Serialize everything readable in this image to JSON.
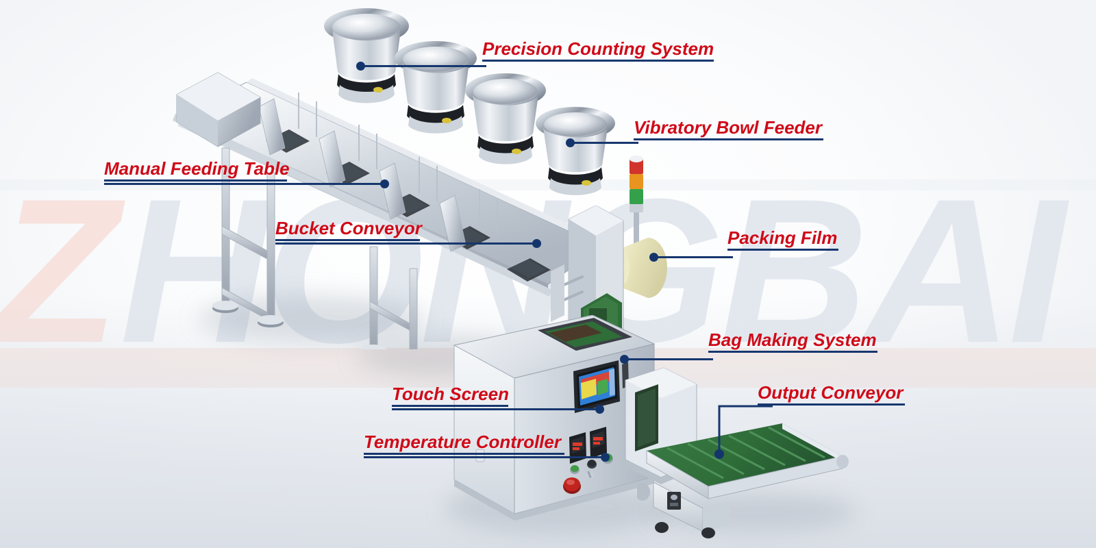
{
  "image": {
    "subject": "Automatic multi-head vibratory bowl counting and packing machine",
    "watermark_primary": "Z",
    "watermark_secondary": "HONGBAI",
    "label_text_color": "#cf0a18",
    "leader_line_color": "#16376e",
    "background_color": "#f7f9fb"
  },
  "callouts": [
    {
      "id": "precision-counting-system",
      "label": "Precision Counting System"
    },
    {
      "id": "vibratory-bowl-feeder",
      "label": "Vibratory Bowl Feeder"
    },
    {
      "id": "manual-feeding-table",
      "label": "Manual Feeding Table"
    },
    {
      "id": "bucket-conveyor",
      "label": "Bucket Conveyor"
    },
    {
      "id": "packing-film",
      "label": "Packing Film"
    },
    {
      "id": "bag-making-system",
      "label": "Bag Making System"
    },
    {
      "id": "touch-screen",
      "label": "Touch Screen"
    },
    {
      "id": "temperature-controller",
      "label": "Temperature Controller"
    },
    {
      "id": "output-conveyor",
      "label": "Output Conveyor"
    }
  ],
  "machine_parts": {
    "signal_tower_colors": [
      "#d0342c",
      "#e8941f",
      "#34a14a"
    ],
    "film_roll_color": "#ece9c6",
    "output_belt_color": "#2f6d39",
    "emergency_stop_color": "#c0241f",
    "start_button_color": "#3f9b47",
    "hmi_screen_colors": [
      "#2f7fd6",
      "#e8d84a",
      "#d7453a",
      "#49a84f"
    ],
    "temperature_display_color": "#e03a2a",
    "bowl_count": 4
  }
}
